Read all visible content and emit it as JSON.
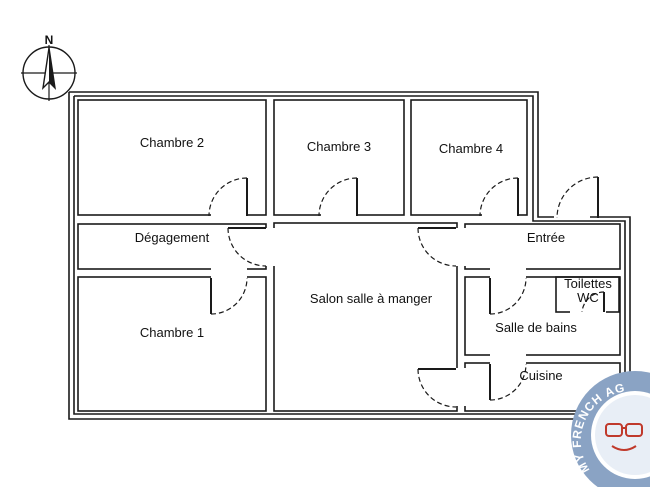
{
  "compass": {
    "north_label": "N"
  },
  "rooms": {
    "chambre2": "Chambre 2",
    "chambre3": "Chambre 3",
    "chambre4": "Chambre 4",
    "degagement": "Dégagement",
    "entree": "Entrée",
    "salon": "Salon salle à manger",
    "chambre1": "Chambre 1",
    "toilettes_line1": "Toilettes",
    "toilettes_line2": "WC",
    "salle_de_bains": "Salle de bains",
    "cuisine": "Cuisine"
  },
  "logo": {
    "text": "MY FRENCH AG",
    "ring_color": "#8aa3c4",
    "inner_color": "#ffffff",
    "band_color": "#e8eef6"
  }
}
